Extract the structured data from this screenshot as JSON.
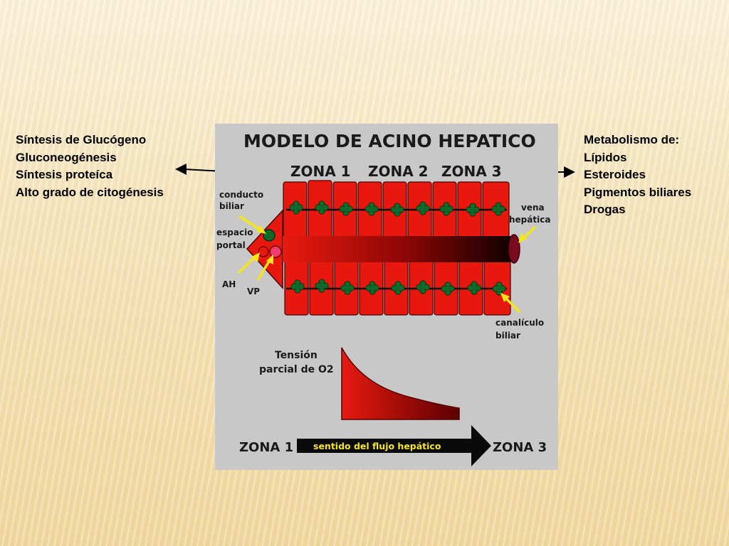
{
  "left_list": [
    "Síntesis de Glucógeno",
    "Gluconeogénesis",
    "Síntesis proteíca",
    "Alto grado de citogénesis"
  ],
  "right_list": [
    "Metabolismo de:",
    "Lípidos",
    "Esteroides",
    "Pigmentos biliares",
    "Drogas"
  ],
  "figure": {
    "title": "MODELO DE ACINO HEPATICO",
    "zones": [
      "ZONA 1",
      "ZONA 2",
      "ZONA 3"
    ],
    "labels": {
      "conducto_biliar": [
        "conducto",
        "biliar"
      ],
      "espacio_portal": [
        "espacio",
        "portal"
      ],
      "ah": "AH",
      "vp": "VP",
      "vena_hepatica": [
        "vena",
        "hepática"
      ],
      "canaliculo_biliar": [
        "canalículo",
        "biliar"
      ]
    },
    "tension": [
      "Tensión",
      "parcial de O2"
    ],
    "flow": {
      "start": "ZONA 1",
      "text": "sentido del flujo hepático",
      "end": "ZONA 3"
    }
  },
  "colors": {
    "cell_red": "#e8180e",
    "dark_red": "#5a0000",
    "green": "#0d6b2a",
    "yellow": "#f5e51a",
    "panel": "#c8c8c8"
  }
}
